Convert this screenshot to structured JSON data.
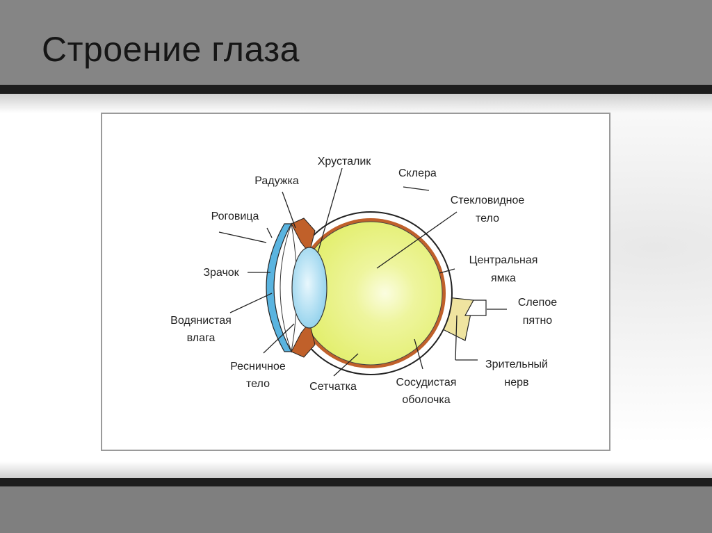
{
  "slide": {
    "title": "Строение глаза"
  },
  "diagram": {
    "labels": {
      "lens": "Хрусталик",
      "sclera": "Склера",
      "iris": "Радужка",
      "vitreous_1": "Стекловидное",
      "vitreous_2": "тело",
      "cornea": "Роговица",
      "fovea_1": "Центральная",
      "fovea_2": "ямка",
      "pupil": "Зрачок",
      "blind_spot_1": "Слепое",
      "blind_spot_2": "пятно",
      "aqueous_1": "Водянистая",
      "aqueous_2": "влага",
      "optic_nerve_1": "Зрительный",
      "optic_nerve_2": "нерв",
      "ciliary_1": "Ресничное",
      "ciliary_2": "тело",
      "retina": "Сетчатка",
      "choroid_1": "Сосудистая",
      "choroid_2": "оболочка"
    },
    "colors": {
      "vitreous": "#e2ee6a",
      "vitreous_highlight": "#fbfde0",
      "lens": "#a9dcf0",
      "cornea": "#5ab4e0",
      "choroid": "#c0602a",
      "optic_nerve": "#efe4a0",
      "outline": "#222222"
    }
  }
}
